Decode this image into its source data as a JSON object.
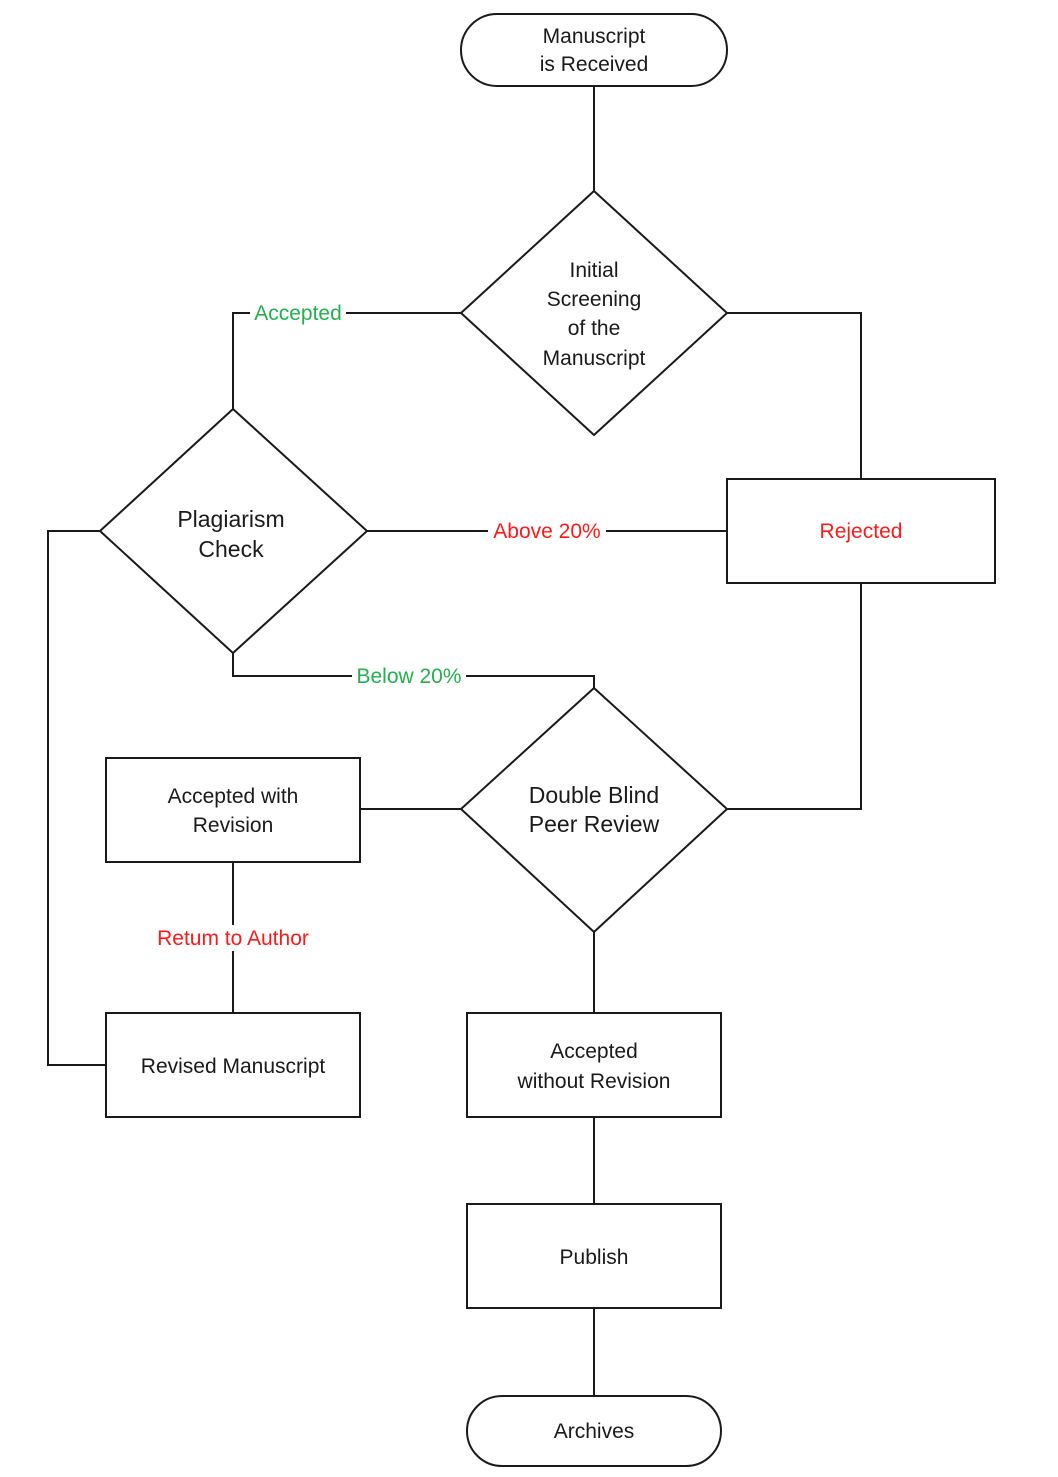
{
  "colors": {
    "line": "#1a1a1a",
    "text": "#1a1a1a",
    "accepted_green": "#22b14c",
    "rejected_red": "#ff1a1a"
  },
  "nodes": {
    "start": {
      "line1": "Manuscript",
      "line2": "is Received"
    },
    "initial_screening": {
      "line1": "Initial",
      "line2": "Screening",
      "line3": "of the",
      "line4": "Manuscript"
    },
    "plagiarism_check": {
      "line1": "Plagiarism",
      "line2": "Check"
    },
    "rejected": {
      "label": "Rejected"
    },
    "peer_review": {
      "line1": "Double Blind",
      "line2": "Peer Review"
    },
    "accepted_with_revision": {
      "line1": "Accepted with",
      "line2": "Revision"
    },
    "revised_manuscript": {
      "label": "Revised Manuscript"
    },
    "accepted_without_revision": {
      "line1": "Accepted",
      "line2": "without Revision"
    },
    "publish": {
      "label": "Publish"
    },
    "archives": {
      "label": "Archives"
    }
  },
  "edges": {
    "accepted": "Accepted",
    "above_20": "Above 20%",
    "below_20": "Below 20%",
    "return_to_author": "Retum to Author"
  }
}
